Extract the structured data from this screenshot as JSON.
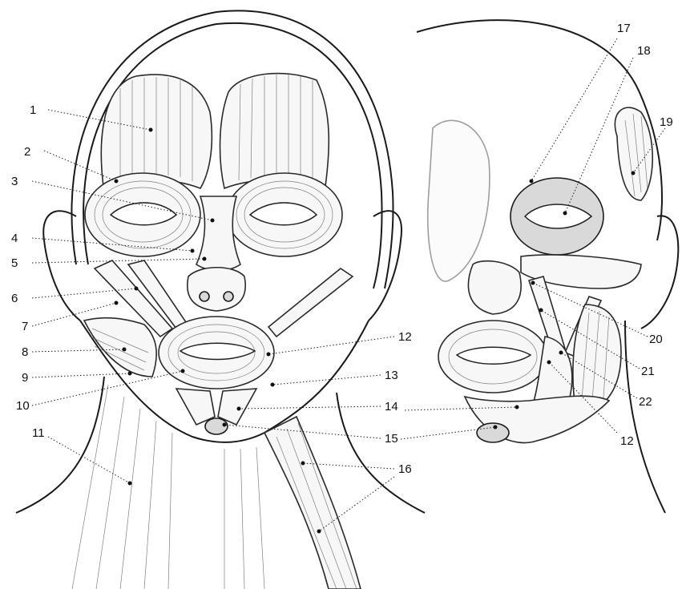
{
  "labels": [
    {
      "id": "1",
      "text": "1"
    },
    {
      "id": "2",
      "text": "2"
    },
    {
      "id": "3",
      "text": "3"
    },
    {
      "id": "4",
      "text": "4"
    },
    {
      "id": "5",
      "text": "5"
    },
    {
      "id": "6",
      "text": "6"
    },
    {
      "id": "7",
      "text": "7"
    },
    {
      "id": "8",
      "text": "8"
    },
    {
      "id": "9",
      "text": "9"
    },
    {
      "id": "10",
      "text": "10"
    },
    {
      "id": "11",
      "text": "11"
    },
    {
      "id": "12a",
      "text": "12"
    },
    {
      "id": "13",
      "text": "13"
    },
    {
      "id": "14",
      "text": "14"
    },
    {
      "id": "15",
      "text": "15"
    },
    {
      "id": "16",
      "text": "16"
    },
    {
      "id": "17",
      "text": "17"
    },
    {
      "id": "18",
      "text": "18"
    },
    {
      "id": "19",
      "text": "19"
    },
    {
      "id": "20",
      "text": "20"
    },
    {
      "id": "21",
      "text": "21"
    },
    {
      "id": "22",
      "text": "22"
    },
    {
      "id": "12b",
      "text": "12"
    }
  ]
}
